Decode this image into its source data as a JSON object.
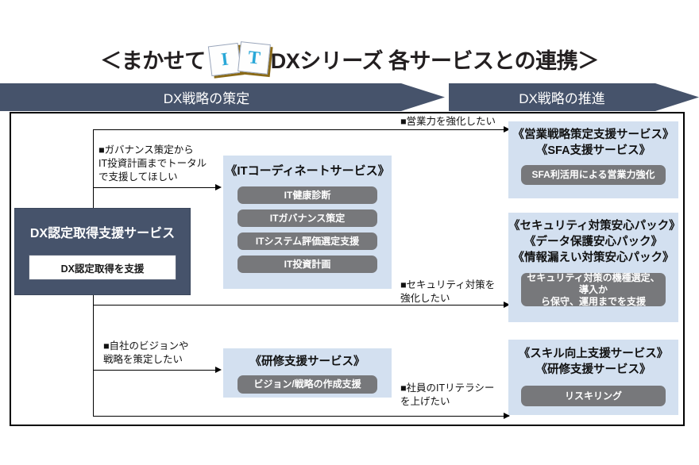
{
  "title": {
    "prefix": "＜まかせて",
    "card_i": "I",
    "card_t": "T",
    "suffix": "DXシリーズ 各サービスとの連携＞"
  },
  "band": {
    "left_label": "DX戦略の策定",
    "right_label": "DX戦略の推進"
  },
  "dx_box": {
    "title": "DX認定取得支援サービス",
    "chip": "DX認定取得を支援"
  },
  "notes": {
    "sales": "■営業力を強化したい",
    "governance": "■ガバナンス策定から\nIT投資計画までトータル\nで支援してほしい",
    "security": "■セキュリティ対策を\n強化したい",
    "vision": "■自社のビジョンや\n戦略を策定したい",
    "literacy": "■社員のITリテラシー\nを上げたい"
  },
  "it_coordinate": {
    "title": "《ITコーディネートサービス》",
    "chips": [
      "IT健康診断",
      "ITガバナンス策定",
      "ITシステム評価選定支援",
      "IT投資計画"
    ]
  },
  "training_center": {
    "title": "《研修支援サービス》",
    "chips": [
      "ビジョン/戦略の作成支援"
    ]
  },
  "sales_box": {
    "title_line1": "《営業戦略策定支援サービス》",
    "title_line2": "《SFA支援サービス》",
    "chips": [
      "SFA利活用による営業力強化"
    ]
  },
  "security_box": {
    "title_line1": "《セキュリティ対策安心パック》",
    "title_line2": "《データ保護安心パック》",
    "title_line3": "《情報漏えい対策安心パック》",
    "chips": [
      "セキュリティ対策の機種選定、導入か\nら保守、運用までを支援"
    ]
  },
  "skill_box": {
    "title_line1": "《スキル向上支援サービス》",
    "title_line2": "《研修支援サービス》",
    "chips": [
      "リスキリング"
    ]
  },
  "colors": {
    "navy": "#46536b",
    "pale_blue": "#d3e0f0",
    "gray_chip": "#77787b",
    "card_blue": "#2aa8d8",
    "card_shadow": "#8a6a18"
  }
}
